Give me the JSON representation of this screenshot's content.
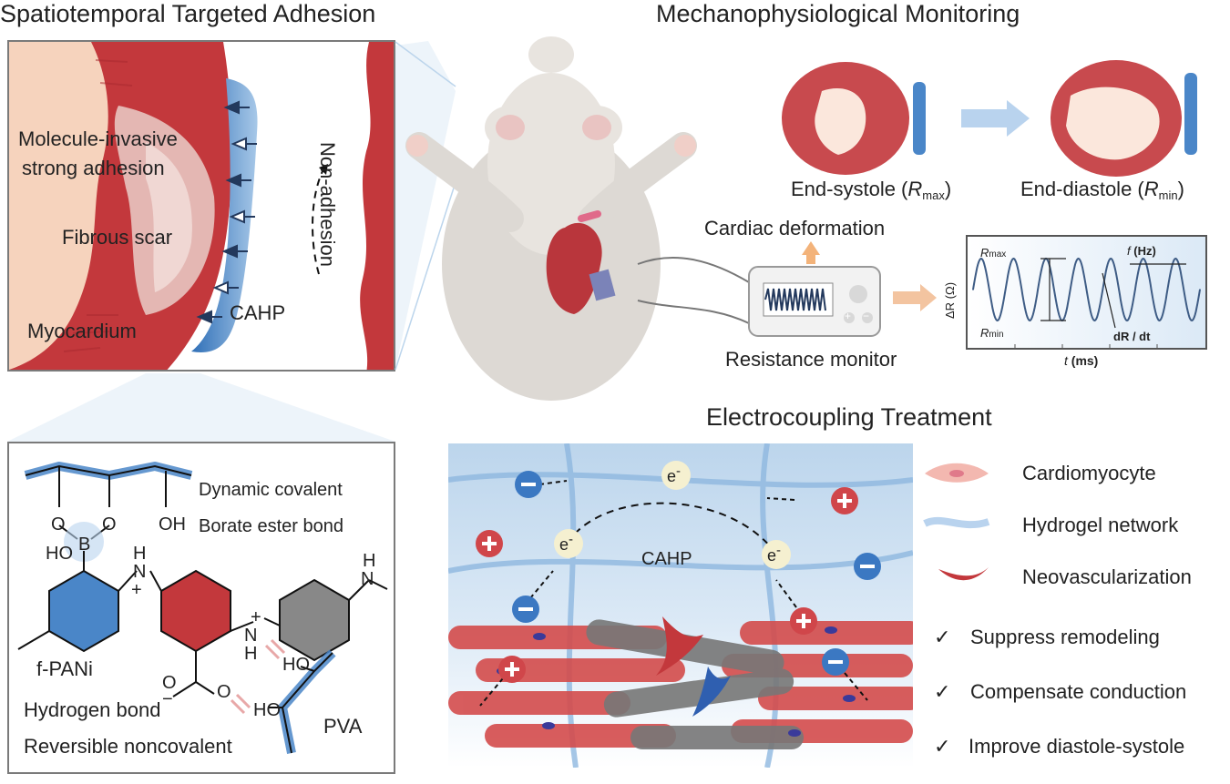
{
  "titles": {
    "adhesion": "Spatiotemporal Targeted Adhesion",
    "monitoring": "Mechanophysiological Monitoring",
    "treatment": "Electrocoupling Treatment"
  },
  "adhesion_panel": {
    "molecule_line1": "Molecule-invasive",
    "molecule_line2": "strong adhesion",
    "fibrous_scar": "Fibrous scar",
    "myocardium": "Myocardium",
    "cahp": "CAHP",
    "non_adhesion": "Non-adhesion"
  },
  "chemistry_panel": {
    "dynamic_covalent": "Dynamic covalent",
    "borate_ester": "Borate ester bond",
    "f_pani": "f-PANi",
    "hydrogen_bond": "Hydrogen bond",
    "reversible": "Reversible noncovalent",
    "pva": "PVA",
    "atom_o1": "O",
    "atom_o2": "O",
    "atom_b": "B",
    "atom_ho1": "HO",
    "atom_oh1": "OH",
    "atom_h1": "H",
    "atom_n1": "N",
    "atom_plus1": "+",
    "atom_h2": "H",
    "atom_n2": "N",
    "atom_h3": "H",
    "atom_n3": "N",
    "atom_plus2": "+",
    "atom_o3": "O",
    "atom_minus": "−",
    "atom_o4": "O",
    "atom_ho2": "HO",
    "atom_ho3": "HO"
  },
  "monitoring_panel": {
    "end_systole": "End-systole (",
    "r_max_R": "R",
    "r_max_sub": "max",
    "end_diastole": "End-diastole (",
    "r_min_R": "R",
    "r_min_sub": "min",
    "close_paren": ")",
    "cardiac_deformation": "Cardiac deformation",
    "resistance_monitor": "Resistance monitor",
    "device_plus": "+",
    "device_minus": "−"
  },
  "chart_labels": {
    "ylabel": "ΔR (Ω)",
    "xlabel_t": "t",
    "xlabel_unit": "(ms)",
    "rmax_R": "R",
    "rmax_sub": "max",
    "rmin_R": "R",
    "rmin_sub": "min",
    "freq_f": "f",
    "freq_unit": "(Hz)",
    "slope": "dR / dt"
  },
  "chart_data": {
    "type": "line",
    "series": [
      {
        "x": [
          0,
          0.25,
          0.5,
          0.75,
          1,
          1.25,
          1.5,
          1.75,
          2,
          2.25,
          2.5,
          2.75,
          3,
          3.25,
          3.5,
          3.75,
          4,
          4.25,
          4.5,
          4.75,
          5,
          5.25,
          5.5,
          5.75,
          6,
          6.25,
          6.5,
          6.75,
          7
        ],
        "y": [
          0,
          1,
          0,
          -1,
          0,
          1,
          0,
          -1,
          0,
          1,
          0,
          -1,
          0,
          1,
          0,
          -1,
          0,
          1,
          0,
          -1,
          0,
          1,
          0,
          -1,
          0,
          1,
          0,
          -1,
          0
        ]
      }
    ]
  },
  "treatment_panel": {
    "electron": "e",
    "electron_sup": "-",
    "cahp": "CAHP"
  },
  "legend": {
    "cardiomyocyte": "Cardiomyocyte",
    "hydrogel": "Hydrogel network",
    "neovascularization": "Neovascularization",
    "check": "✓",
    "suppress": "Suppress remodeling",
    "compensate": "Compensate conduction",
    "improve": "Improve diastole-systole"
  },
  "colors": {
    "myocardium": "#c3383c",
    "hydrogel_blue": "#4a86c8",
    "navy": "#23395d",
    "pale_blue": "#dbe9f6",
    "skin": "#f6d3bd"
  }
}
